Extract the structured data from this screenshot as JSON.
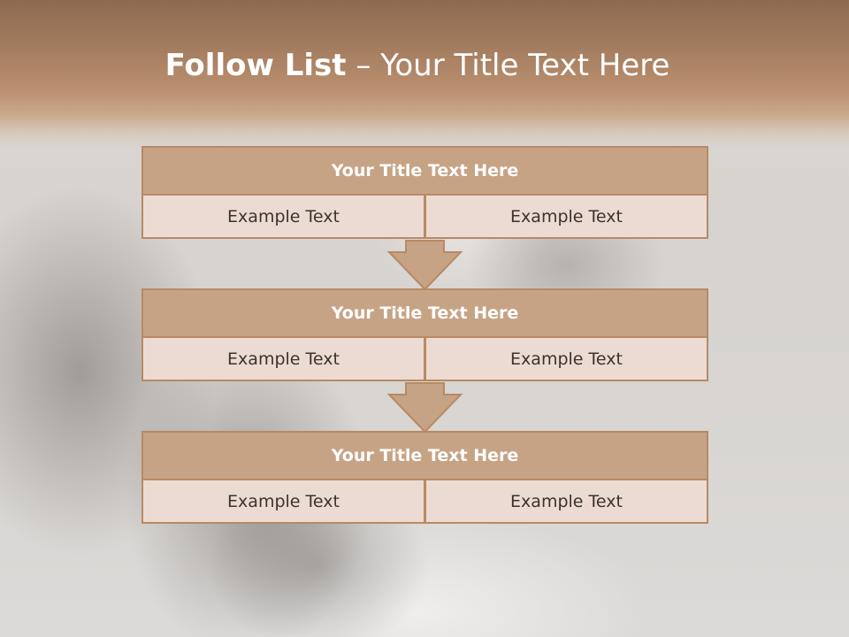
{
  "slide": {
    "title_bold": "Follow List",
    "title_rest": " – Your Title Text Here"
  },
  "blocks": [
    {
      "title": "Your Title Text Here",
      "left": "Example Text",
      "right": "Example Text"
    },
    {
      "title": "Your Title Text Here",
      "left": "Example Text",
      "right": "Example Text"
    },
    {
      "title": "Your Title Text Here",
      "left": "Example Text",
      "right": "Example Text"
    }
  ],
  "colors": {
    "header": "#a27b5e",
    "block_title_fill": "#c7a385",
    "block_cell_fill": "#ecdbd2",
    "border": "#b88a63"
  }
}
